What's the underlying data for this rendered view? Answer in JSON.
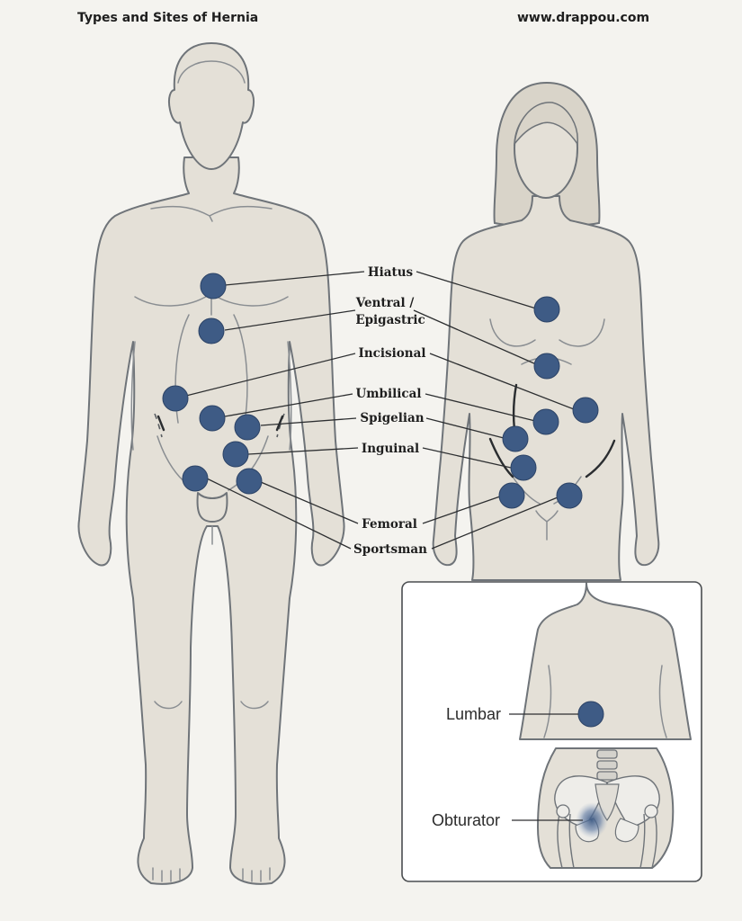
{
  "header": {
    "title": "Types and Sites of Hernia",
    "source": "www.drappou.com"
  },
  "labels": {
    "hiatus": "Hiatus",
    "ventral_1": "Ventral /",
    "ventral_2": "Epigastric",
    "incisional": "Incisional",
    "umbilical": "Umbilical",
    "spigelian": "Spigelian",
    "inguinal": "Inguinal",
    "femoral": "Femoral",
    "sportsman": "Sportsman"
  },
  "inset": {
    "lumbar": "Lumbar",
    "obturator": "Obturator"
  },
  "colors": {
    "site_marker": "#3e5b85",
    "body_fill": "#e4e0d7",
    "outline": "#6f7479"
  }
}
